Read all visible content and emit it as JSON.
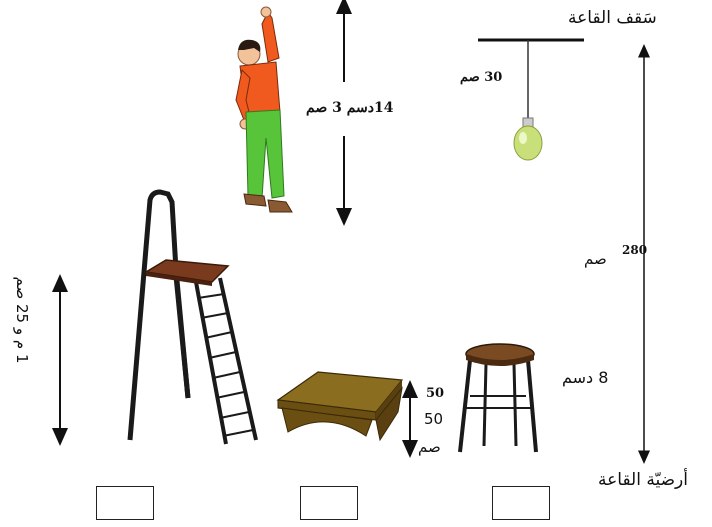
{
  "labels": {
    "ceiling": "سَقف القاعة",
    "floor": "أرضيّة القاعة",
    "lamp_cord": "30 صم",
    "ceiling_to_floor_num": "280",
    "ceiling_to_floor_unit": "صم",
    "person_reach": "14دسم 3 صم",
    "ladder_height": "1 م و 25 صم",
    "table_num": "50",
    "table_val": "50",
    "table_unit": "صم",
    "stool_height": "8 دسم"
  },
  "colors": {
    "wood_top": "#7a3a1e",
    "table_top": "#8a6d1f",
    "stool_seat": "#7a4a22",
    "lamp_bulb": "#c9e07a",
    "person_shirt": "#f05a1e",
    "person_pants": "#58c43a"
  },
  "answer_boxes": 3
}
